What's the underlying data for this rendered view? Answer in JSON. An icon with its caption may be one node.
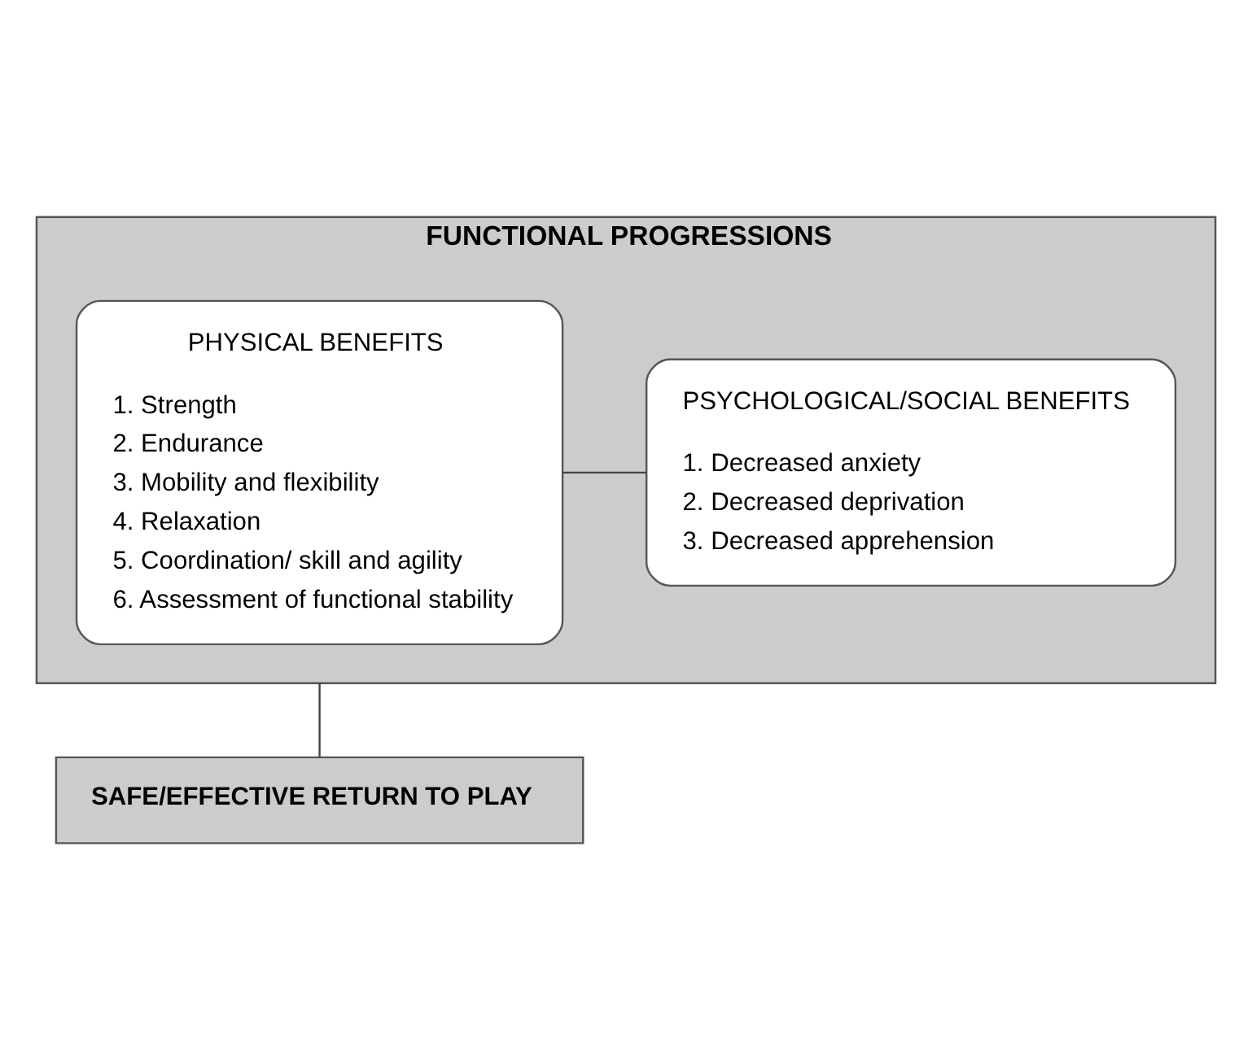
{
  "diagram": {
    "nodes": [
      {
        "text": [
          "FUNCTIONAL PROGRESSIONS"
        ]
      },
      {
        "text": [
          "PHYSICAL BENEFITS",
          "1. Strength",
          "2. Endurance",
          "3. Mobility and flexibility",
          "4. Relaxation",
          "5. Coordination/ skill and agility",
          "6. Assessment of functional stability"
        ],
        "in": 0
      },
      {
        "text": [
          "PSYCHOLOGICAL/SOCIAL BENEFITS",
          "1. Decreased anxiety",
          "2. Decreased deprivation",
          "3. Decreased apprehension"
        ],
        "in": 0
      },
      {
        "text": [
          "SAFE/EFFECTIVE RETURN TO PLAY"
        ]
      }
    ],
    "edges": [
      {
        "from": 1,
        "to": 2,
        "arrow": "none"
      },
      {
        "from": 0,
        "to": 3,
        "arrow": "none"
      }
    ]
  }
}
